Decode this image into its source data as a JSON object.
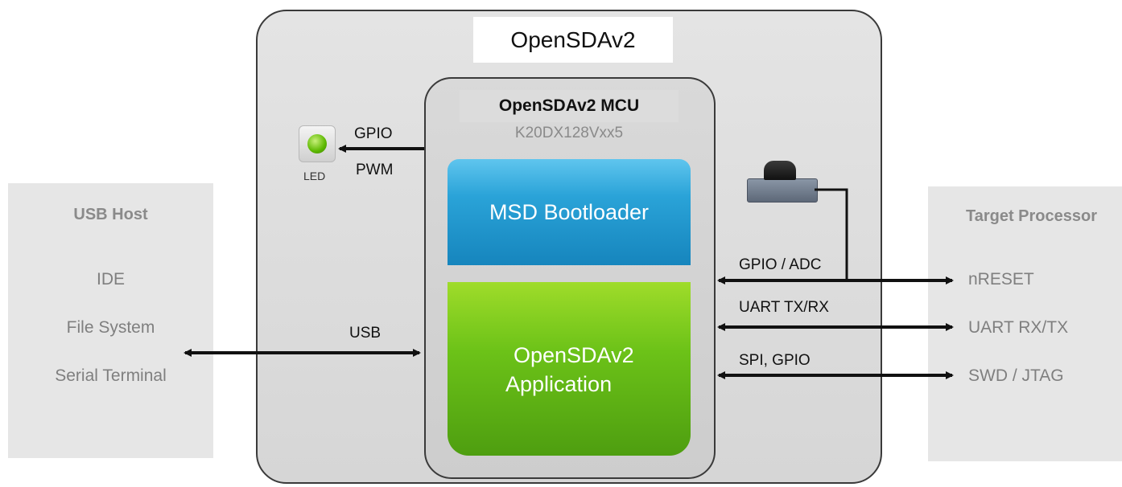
{
  "title": "OpenSDAv2",
  "mcu": {
    "title": "OpenSDAv2 MCU",
    "part": "K20DX128Vxx5"
  },
  "blocks": {
    "bootloader": "MSD Bootloader",
    "app_line1": "OpenSDAv2",
    "app_line2": "Application"
  },
  "led": {
    "label": "LED",
    "signal_top": "GPIO",
    "signal_bottom": "PWM"
  },
  "usb_host": {
    "title": "USB Host",
    "items": [
      "IDE",
      "File System",
      "Serial Terminal"
    ]
  },
  "usb_link": "USB",
  "target": {
    "title": "Target Processor",
    "items": [
      "nRESET",
      "UART RX/TX",
      "SWD / JTAG"
    ]
  },
  "links": [
    "GPIO / ADC",
    "UART TX/RX",
    "SPI, GPIO"
  ],
  "colors": {
    "bootloader": "#2aa3d8",
    "application": "#6cc218",
    "led": "#5cb800",
    "panel": "#e6e6e6"
  }
}
